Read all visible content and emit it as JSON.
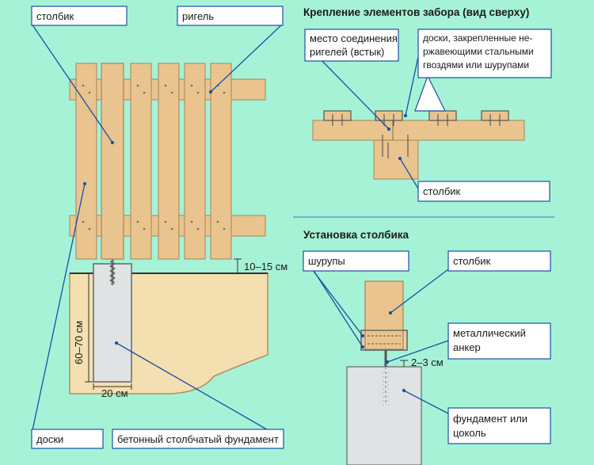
{
  "titles": {
    "top": "Крепление элементов забора (вид сверху)",
    "install": "Установка столбика"
  },
  "labels": {
    "post": "столбик",
    "rail": "ригель",
    "boards": "доски",
    "foundation": "бетонный столбчатый фундамент",
    "joint_l1": "место соединения",
    "joint_l2": "ригелей (встык)",
    "nails_l1": "доски, закрепленные не-",
    "nails_l2": "ржавеющими стальными",
    "nails_l3": "гвоздями или шурупами",
    "post_top": "столбик",
    "screws": "шурупы",
    "post_install": "столбик",
    "anchor_l1": "металлический",
    "anchor_l2": "анкер",
    "base_l1": "фундамент или",
    "base_l2": "цоколь"
  },
  "dims": {
    "gap": "10–15 см",
    "depth": "60–70 см",
    "width": "20 см",
    "anchor_gap": "2–3 см"
  },
  "colors": {
    "background": "#a6f2d6",
    "wood": "#e9c48f",
    "soil": "#f3dfb0",
    "concrete": "#dfe3e3",
    "leader": "#1c4fa8"
  }
}
